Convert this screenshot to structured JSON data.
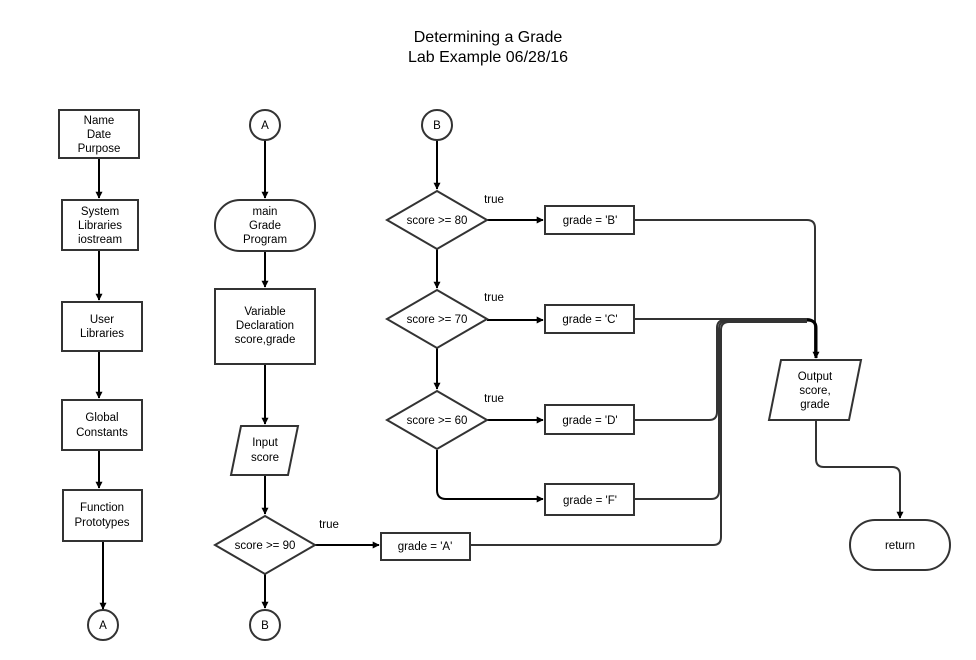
{
  "title": {
    "line1": "Determining a Grade",
    "line2": "Lab Example 06/28/16"
  },
  "nodes": {
    "name_date_purpose": [
      "Name",
      "Date",
      "Purpose"
    ],
    "system_libraries": [
      "System",
      "Libraries",
      "iostream"
    ],
    "user_libraries": [
      "User",
      "Libraries"
    ],
    "global_constants": [
      "Global",
      "Constants"
    ],
    "function_prototypes": [
      "Function",
      "Prototypes"
    ],
    "connector_a_bottom": "A",
    "connector_a_top": "A",
    "main_program": [
      "main",
      "Grade",
      "Program"
    ],
    "variable_declaration": [
      "Variable",
      "Declaration",
      "score,grade"
    ],
    "input_score": [
      "Input",
      "score"
    ],
    "decision_90": "score >= 90",
    "grade_a": "grade = 'A'",
    "connector_b_bottom": "B",
    "connector_b_top": "B",
    "decision_80": "score >= 80",
    "decision_70": "score >= 70",
    "decision_60": "score >= 60",
    "grade_b": "grade = 'B'",
    "grade_c": "grade = 'C'",
    "grade_d": "grade = 'D'",
    "grade_f": "grade = 'F'",
    "output": [
      "Output",
      "score,",
      "grade"
    ],
    "return": "return"
  },
  "edge_labels": {
    "true_90": "true",
    "true_80": "true",
    "true_70": "true",
    "true_60": "true"
  },
  "colors": {
    "stroke": "#333333",
    "line": "#000000",
    "fill": "#ffffff"
  }
}
